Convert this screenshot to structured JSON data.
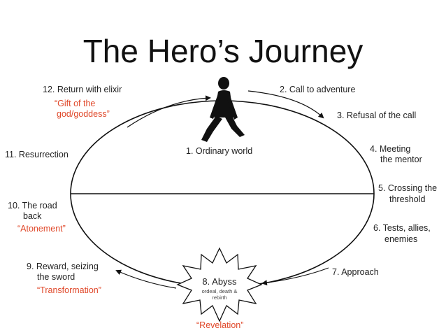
{
  "title": "The Hero’s Journey",
  "stages": {
    "s1": "1. Ordinary world",
    "s2": "2. Call to adventure",
    "s3": "3. Refusal of the call",
    "s4_line1": "4. Meeting",
    "s4_line2": "the mentor",
    "s5_line1": "5. Crossing the",
    "s5_line2": "threshold",
    "s6_line1": "6. Tests, allies,",
    "s6_line2": "enemies",
    "s7": "7. Approach",
    "s8": "8. Abyss",
    "s8_sub_line1": "ordeal, death &",
    "s8_sub_line2": "rebirth",
    "s9_line1": "9. Reward, seizing",
    "s9_line2": "the sword",
    "s10_line1": "10. The road",
    "s10_line2": "back",
    "s11": "11. Resurrection",
    "s12": "12. Return with elixir"
  },
  "themes": {
    "gift_line1": "“Gift of the",
    "gift_line2": "god/goddess”",
    "atonement": "“Atonement”",
    "transformation": "“Transformation”",
    "revelation": "“Revelation”"
  },
  "colors": {
    "accent": "#e0482a",
    "line": "#111111"
  },
  "icons": {
    "hero": "walking-man-icon",
    "abyss": "starburst-icon"
  }
}
